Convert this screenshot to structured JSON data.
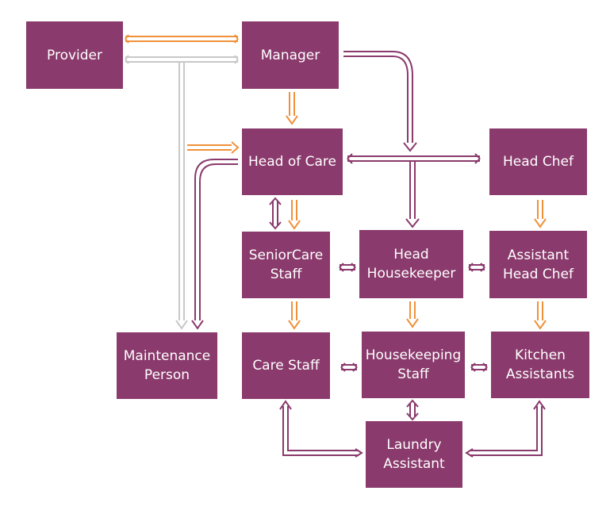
{
  "colors": {
    "box": "#8a3a6c",
    "purple_arrow": "#8a3a6c",
    "orange_arrow": "#f0913a",
    "grey_arrow": "#c8c8c8"
  },
  "boxes": {
    "provider": "Provider",
    "manager": "Manager",
    "head_of_care": "Head of Care",
    "head_chef": "Head Chef",
    "senior_care_staff": "SeniorCare\nStaff",
    "head_housekeeper": "Head\nHousekeeper",
    "assistant_head_chef": "Assistant\nHead Chef",
    "maintenance_person": "Maintenance\nPerson",
    "care_staff": "Care Staff",
    "housekeeping_staff": "Housekeeping\nStaff",
    "kitchen_assistants": "Kitchen\nAssistants",
    "laundry_assistant": "Laundry\nAssistant"
  }
}
